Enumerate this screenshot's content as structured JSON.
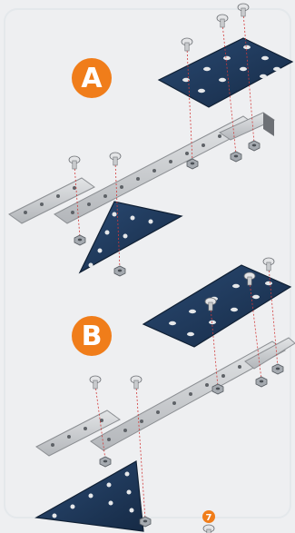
{
  "steps": [
    {
      "label": "A"
    },
    {
      "label": "B"
    }
  ],
  "footer_marker": {
    "label": "7"
  },
  "colors": {
    "background": "#eeeff1",
    "badge": "#f07d1a",
    "badge_text": "#ffffff",
    "blue_plate": "#1d3557",
    "blue_plate_edge": "#0f1f33",
    "metal_strip": "#c7c9cc",
    "metal_edge": "#8c8f93",
    "guide_line": "#d23a3a",
    "bolt": "#d9dadc",
    "nut": "#9aa0a6"
  },
  "icons": [
    "bolt-icon",
    "nut-icon",
    "flat-plate-icon",
    "triangular-plate-icon",
    "angle-girder-icon",
    "strip-icon"
  ]
}
